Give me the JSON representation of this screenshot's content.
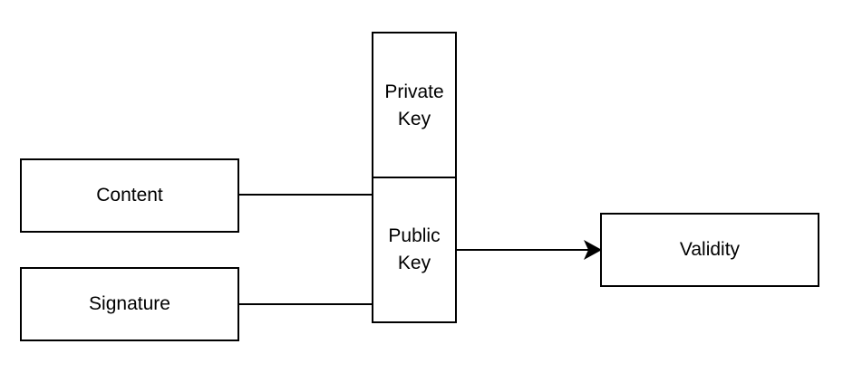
{
  "diagram": {
    "nodes": {
      "content": {
        "label": "Content"
      },
      "signature": {
        "label": "Signature"
      },
      "private_key": {
        "label": "Private\nKey"
      },
      "public_key": {
        "label": "Public\nKey"
      },
      "validity": {
        "label": "Validity"
      }
    },
    "edges": [
      {
        "from": "content",
        "to": "public_key",
        "arrow": false
      },
      {
        "from": "signature",
        "to": "public_key",
        "arrow": false
      },
      {
        "from": "public_key",
        "to": "validity",
        "arrow": true
      }
    ],
    "colors": {
      "stroke": "#000000",
      "fill": "#ffffff",
      "text": "#000000"
    }
  }
}
